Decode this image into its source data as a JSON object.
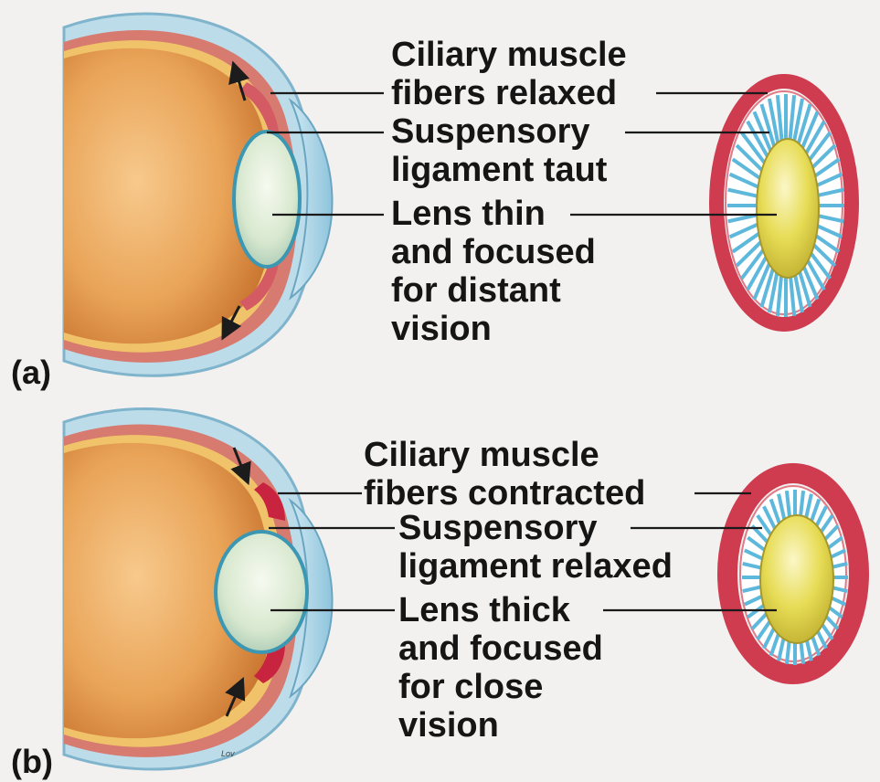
{
  "panels": [
    {
      "id": "a",
      "panel_label": "(a)",
      "labels": {
        "ciliary": [
          "Ciliary muscle",
          "fibers relaxed"
        ],
        "suspensory": [
          "Suspensory",
          "ligament taut"
        ],
        "lens": [
          "Lens thin",
          "and focused",
          "for distant",
          "vision"
        ]
      }
    },
    {
      "id": "b",
      "panel_label": "(b)",
      "labels": {
        "ciliary": [
          "Ciliary muscle",
          "fibers contracted"
        ],
        "suspensory": [
          "Suspensory",
          "ligament relaxed"
        ],
        "lens": [
          "Lens thick",
          "and focused",
          "for close",
          "vision"
        ]
      }
    }
  ],
  "signature": "Lov",
  "colors": {
    "eye_interior": "#e39a45",
    "sclera": "#a9d3e6",
    "choroid": "#c7313f",
    "ring": "#cf3b4f",
    "fibers": "#5db8dc",
    "lens": "#e2d84a"
  }
}
